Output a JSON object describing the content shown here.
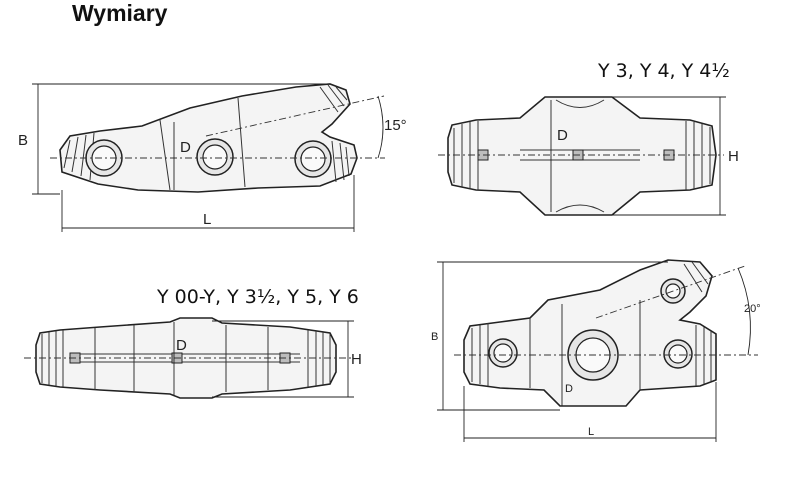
{
  "title": "Wymiary",
  "captions": {
    "right_top": "Y 3, Y 4, Y 4½",
    "left_bottom": "Y 00-Y, Y 3½, Y 5, Y 6"
  },
  "labels": {
    "B": "B",
    "D": "D",
    "L": "L",
    "H": "H",
    "angle_15": "15°",
    "angle_20": "20°"
  }
}
